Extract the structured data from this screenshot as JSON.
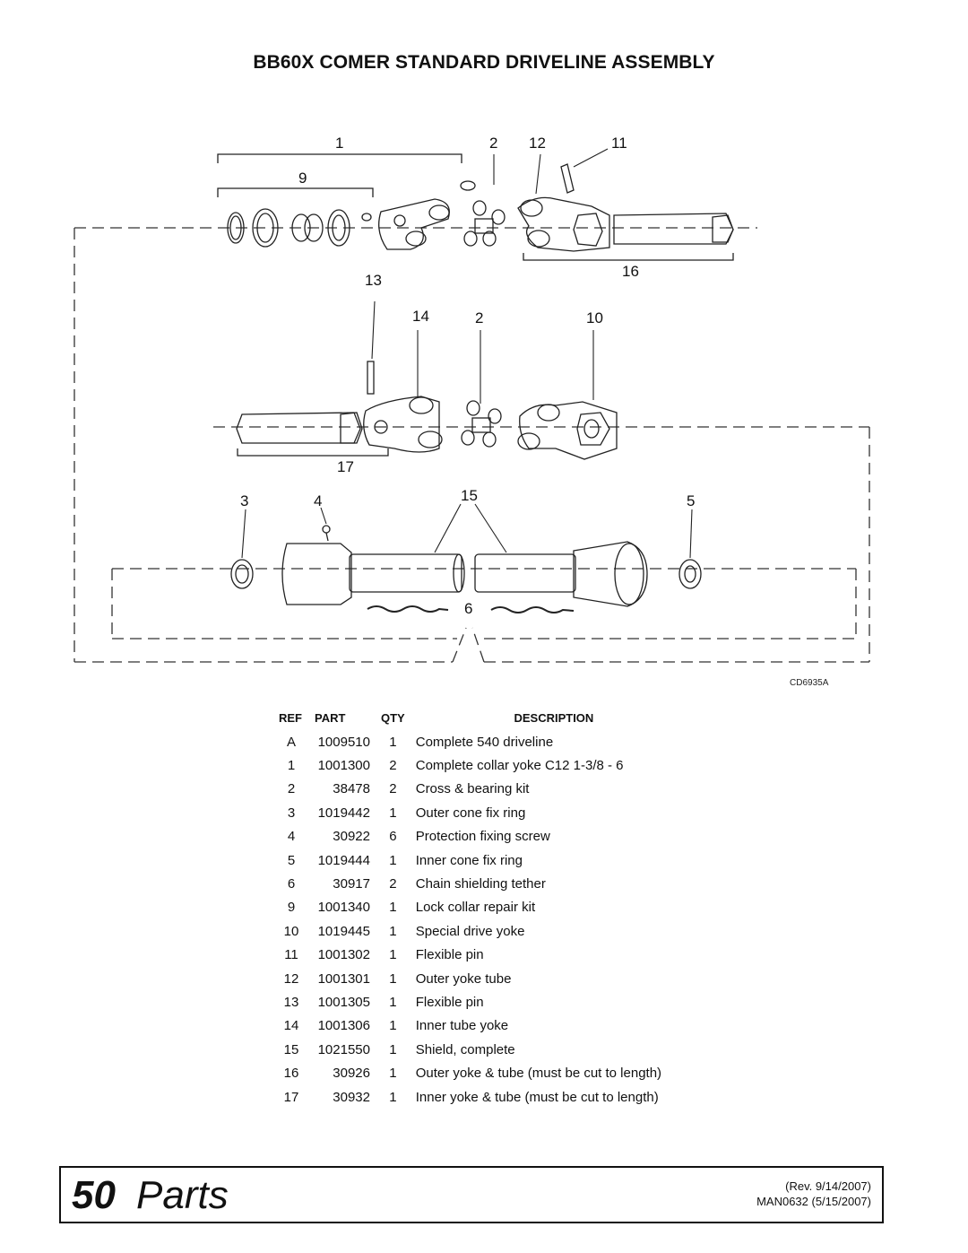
{
  "title": "BB60X COMER STANDARD DRIVELINE ASSEMBLY",
  "diagram": {
    "callouts": [
      "1",
      "2",
      "12",
      "11",
      "9",
      "16",
      "13",
      "14",
      "2",
      "10",
      "17",
      "3",
      "4",
      "15",
      "5",
      "6"
    ],
    "code": "CD6935A"
  },
  "table": {
    "headers": {
      "ref": "REF",
      "part": "PART",
      "qty": "QTY",
      "description": "DESCRIPTION"
    },
    "rows": [
      {
        "ref": "A",
        "part": "1009510",
        "qty": "1",
        "description": "Complete 540 driveline"
      },
      {
        "ref": "1",
        "part": "1001300",
        "qty": "2",
        "description": "Complete collar yoke C12 1-3/8 - 6"
      },
      {
        "ref": "2",
        "part": "38478",
        "qty": "2",
        "description": "Cross & bearing kit"
      },
      {
        "ref": "3",
        "part": "1019442",
        "qty": "1",
        "description": "Outer cone fix ring"
      },
      {
        "ref": "4",
        "part": "30922",
        "qty": "6",
        "description": "Protection fixing screw"
      },
      {
        "ref": "5",
        "part": "1019444",
        "qty": "1",
        "description": "Inner cone fix ring"
      },
      {
        "ref": "6",
        "part": "30917",
        "qty": "2",
        "description": "Chain shielding tether"
      },
      {
        "ref": "9",
        "part": "1001340",
        "qty": "1",
        "description": "Lock collar repair kit"
      },
      {
        "ref": "10",
        "part": "1019445",
        "qty": "1",
        "description": "Special drive yoke"
      },
      {
        "ref": "11",
        "part": "1001302",
        "qty": "1",
        "description": "Flexible pin"
      },
      {
        "ref": "12",
        "part": "1001301",
        "qty": "1",
        "description": "Outer yoke tube"
      },
      {
        "ref": "13",
        "part": "1001305",
        "qty": "1",
        "description": "Flexible pin"
      },
      {
        "ref": "14",
        "part": "1001306",
        "qty": "1",
        "description": "Inner tube yoke"
      },
      {
        "ref": "15",
        "part": "1021550",
        "qty": "1",
        "description": "Shield, complete"
      },
      {
        "ref": "16",
        "part": "30926",
        "qty": "1",
        "description": "Outer yoke & tube (must be cut to length)"
      },
      {
        "ref": "17",
        "part": "30932",
        "qty": "1",
        "description": "Inner yoke & tube (must be cut to length)"
      }
    ]
  },
  "footer": {
    "page_number": "50",
    "section": "Parts",
    "revision": "(Rev. 9/14/2007)",
    "manual": "MAN0632 (5/15/2007)"
  }
}
